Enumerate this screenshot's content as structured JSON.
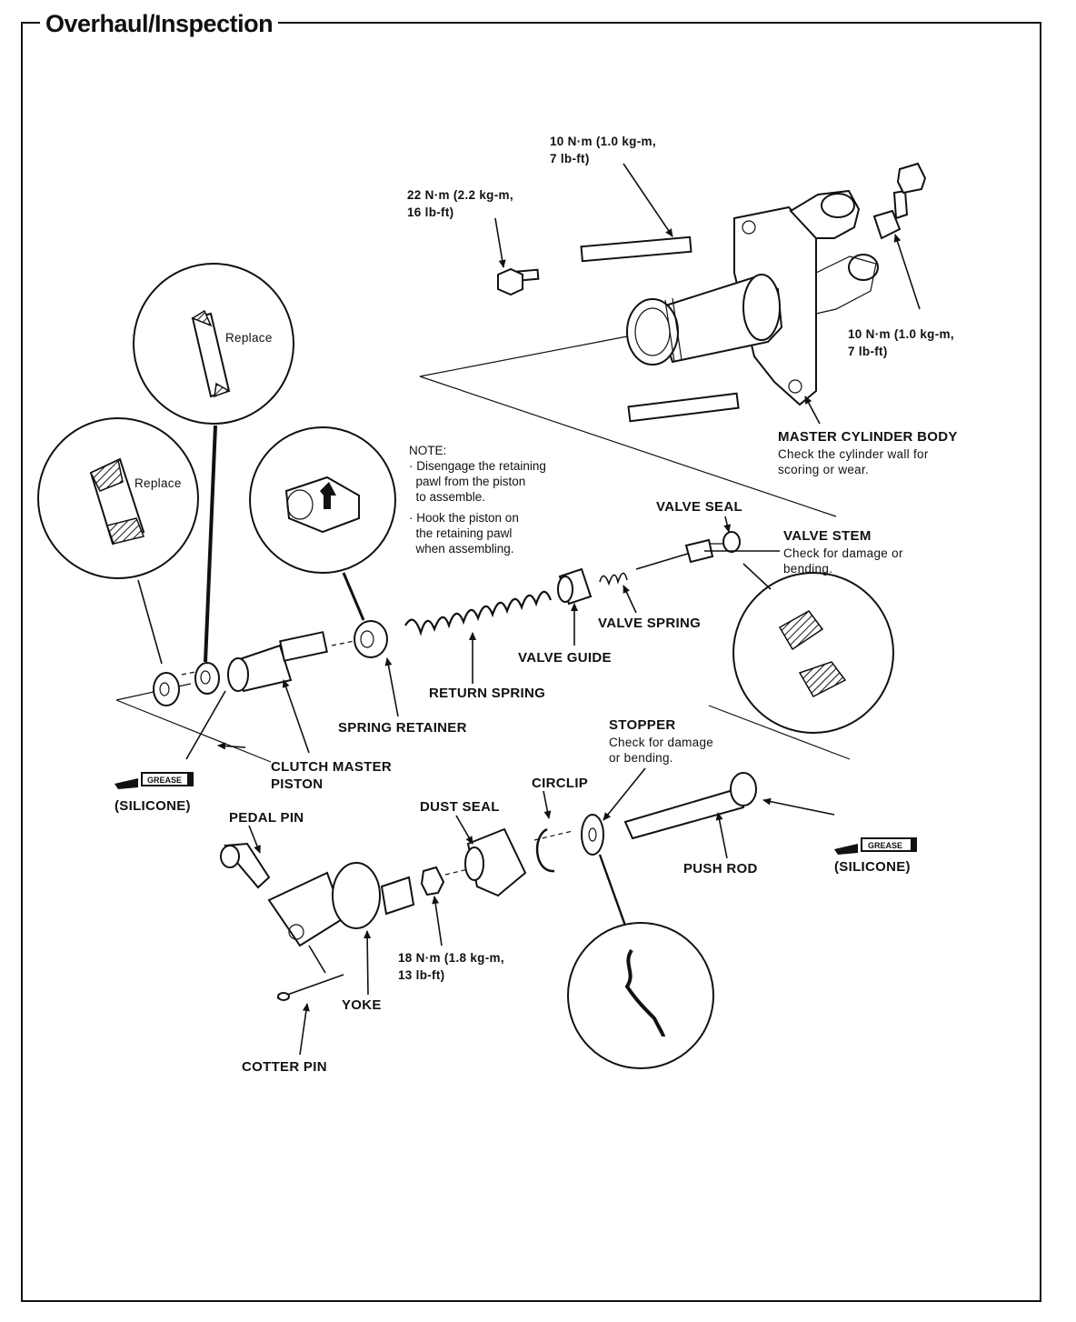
{
  "title": "Overhaul/Inspection",
  "labels": {
    "torque_top": "10 N·m (1.0 kg-m,\n7 lb-ft)",
    "torque_bolt": "22 N·m (2.2 kg-m,\n16 lb-ft)",
    "torque_right": "10 N·m (1.0 kg-m,\n7 lb-ft)",
    "master_cylinder_body": "MASTER CYLINDER BODY",
    "master_cylinder_note": "Check the cylinder wall for\nscoring or wear.",
    "replace_1": "Replace",
    "replace_2": "Replace",
    "note_title": "NOTE:",
    "note_line_1": "· Disengage the retaining\n  pawl from the piston\n  to assemble.",
    "note_line_2": "· Hook the piston on\n  the retaining pawl\n  when assembling.",
    "valve_seal": "VALVE SEAL",
    "valve_stem": "VALVE STEM",
    "valve_stem_note": "Check for damage or\nbending.",
    "valve_spring": "VALVE SPRING",
    "valve_guide": "VALVE GUIDE",
    "return_spring": "RETURN SPRING",
    "spring_retainer": "SPRING RETAINER",
    "clutch_master_piston": "CLUTCH MASTER\nPISTON",
    "silicone_left": "(SILICONE)",
    "grease_left": "GREASE",
    "stopper": "STOPPER",
    "stopper_note": "Check for damage\nor bending.",
    "circlip": "CIRCLIP",
    "dust_seal": "DUST SEAL",
    "pedal_pin": "PEDAL PIN",
    "push_rod": "PUSH ROD",
    "silicone_right": "(SILICONE)",
    "grease_right": "GREASE",
    "torque_nut": "18 N·m (1.8 kg-m,\n13 lb-ft)",
    "yoke": "YOKE",
    "cotter_pin": "COTTER PIN"
  },
  "colors": {
    "ink": "#111111",
    "paper": "#ffffff"
  },
  "icons": [
    "grease-tube-icon",
    "grease-tube-icon"
  ]
}
